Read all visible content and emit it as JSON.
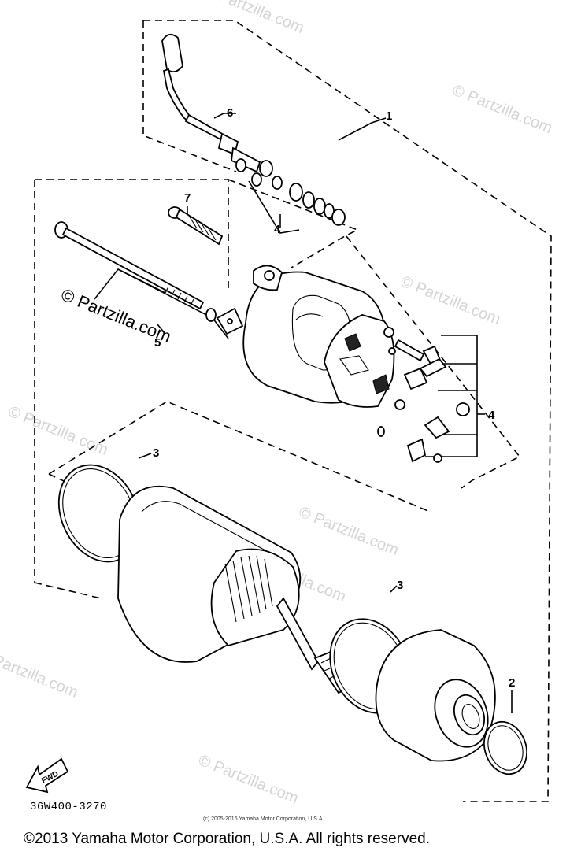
{
  "watermarks": {
    "main": "© Partzilla.com",
    "faint": "© Partzilla.com"
  },
  "callouts": [
    "6",
    "1",
    "7",
    "4",
    "5",
    "4",
    "3",
    "3",
    "2"
  ],
  "fwd_label": "FWD",
  "drawing_code": "36W400-3270",
  "small_copyright": "(c) 2005-2016 Yamaha Motor Corporation, U.S.A.",
  "copyright": "©2013 Yamaha Motor Corporation, U.S.A. All rights reserved."
}
